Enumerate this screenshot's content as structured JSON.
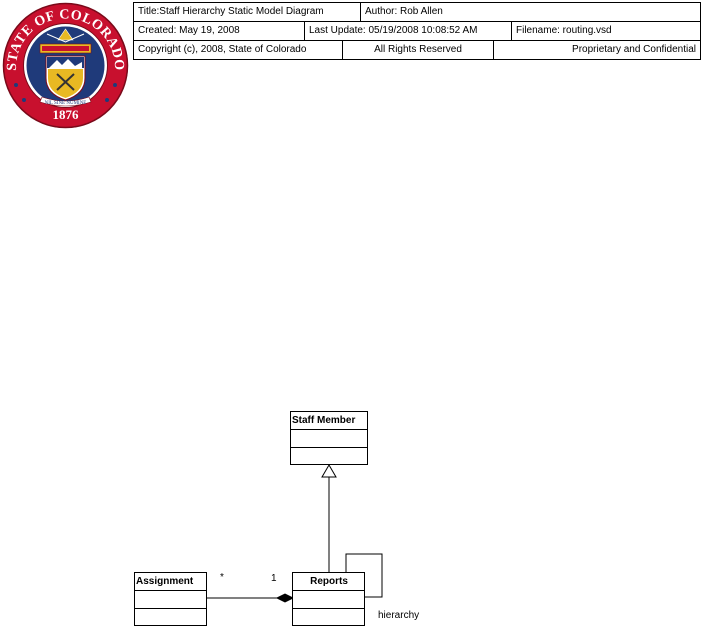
{
  "seal": {
    "top_text": "STATE OF COLORADO",
    "motto": "NIL SINE NUMINE",
    "year": "1876",
    "colors": {
      "ring": "#c8102e",
      "inner_field": "#1f3a7a",
      "gold": "#e8b923"
    }
  },
  "title_block": {
    "title": "Title:Staff Hierarchy Static Model Diagram",
    "author": "Author: Rob Allen",
    "created": "Created: May 19, 2008",
    "last_update": "Last Update: 05/19/2008 10:08:52 AM",
    "filename": "Filename: routing.vsd",
    "copyright": "Copyright (c), 2008, State of Colorado",
    "rights": "All Rights Reserved",
    "confidential": "Proprietary and Confidential"
  },
  "diagram": {
    "classes": {
      "staff_member": "Staff Member",
      "reports": "Reports",
      "assignment": "Assignment"
    },
    "multiplicity_assignment": "*",
    "multiplicity_reports": "1",
    "self_association_label": "hierarchy"
  }
}
